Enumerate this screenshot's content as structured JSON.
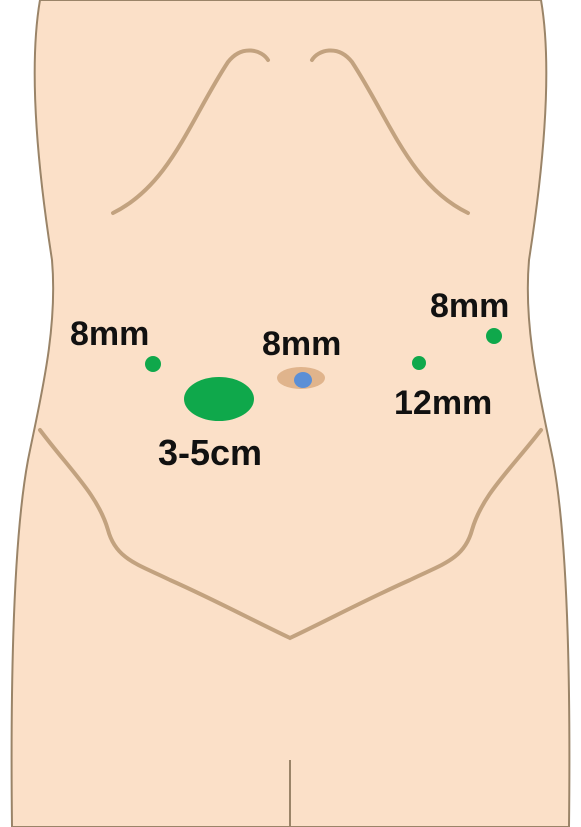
{
  "colors": {
    "skin": "#fbe0c8",
    "outline": "#9a8468",
    "contour": "#c2a27f",
    "port": "#0fa84b",
    "navel": "#5b8fd6",
    "navel_fold": "#e0b48c"
  },
  "labels": {
    "port_left": "8mm",
    "port_umbilical": "8mm",
    "port_right_upper": "8mm",
    "port_right_lower": "12mm",
    "extraction_site": "3-5cm"
  }
}
